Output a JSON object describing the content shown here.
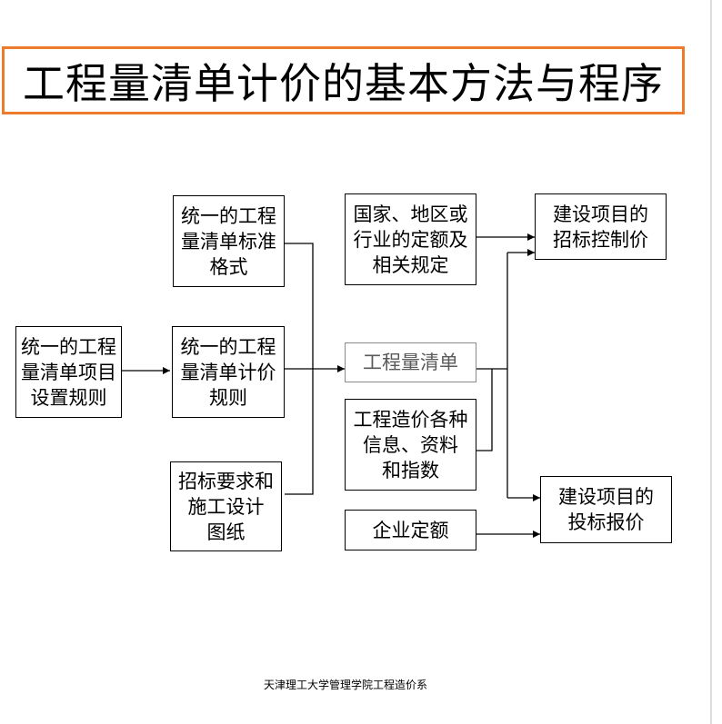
{
  "title": "工程量清单计价的基本方法与程序",
  "nodes": {
    "standard_format": "统一的工程\n量清单标准\n格式",
    "item_rules": "统一的工程\n量清单项目\n设置规则",
    "pricing_rules": "统一的工程\n量清单计价\n规则",
    "tender_drawings": "招标要求和\n施工设计\n图纸",
    "national_quota": "国家、地区或\n行业的定额及\n相关规定",
    "bill_of_quantities": "工程量清单",
    "cost_info": "工程造价各种\n信息、资料\n和指数",
    "enterprise_quota": "企业定额",
    "control_price": "建设项目的\n招标控制价",
    "bid_price": "建设项目的\n投标报价"
  },
  "footer": "天津理工大学管理学院工程造价系"
}
